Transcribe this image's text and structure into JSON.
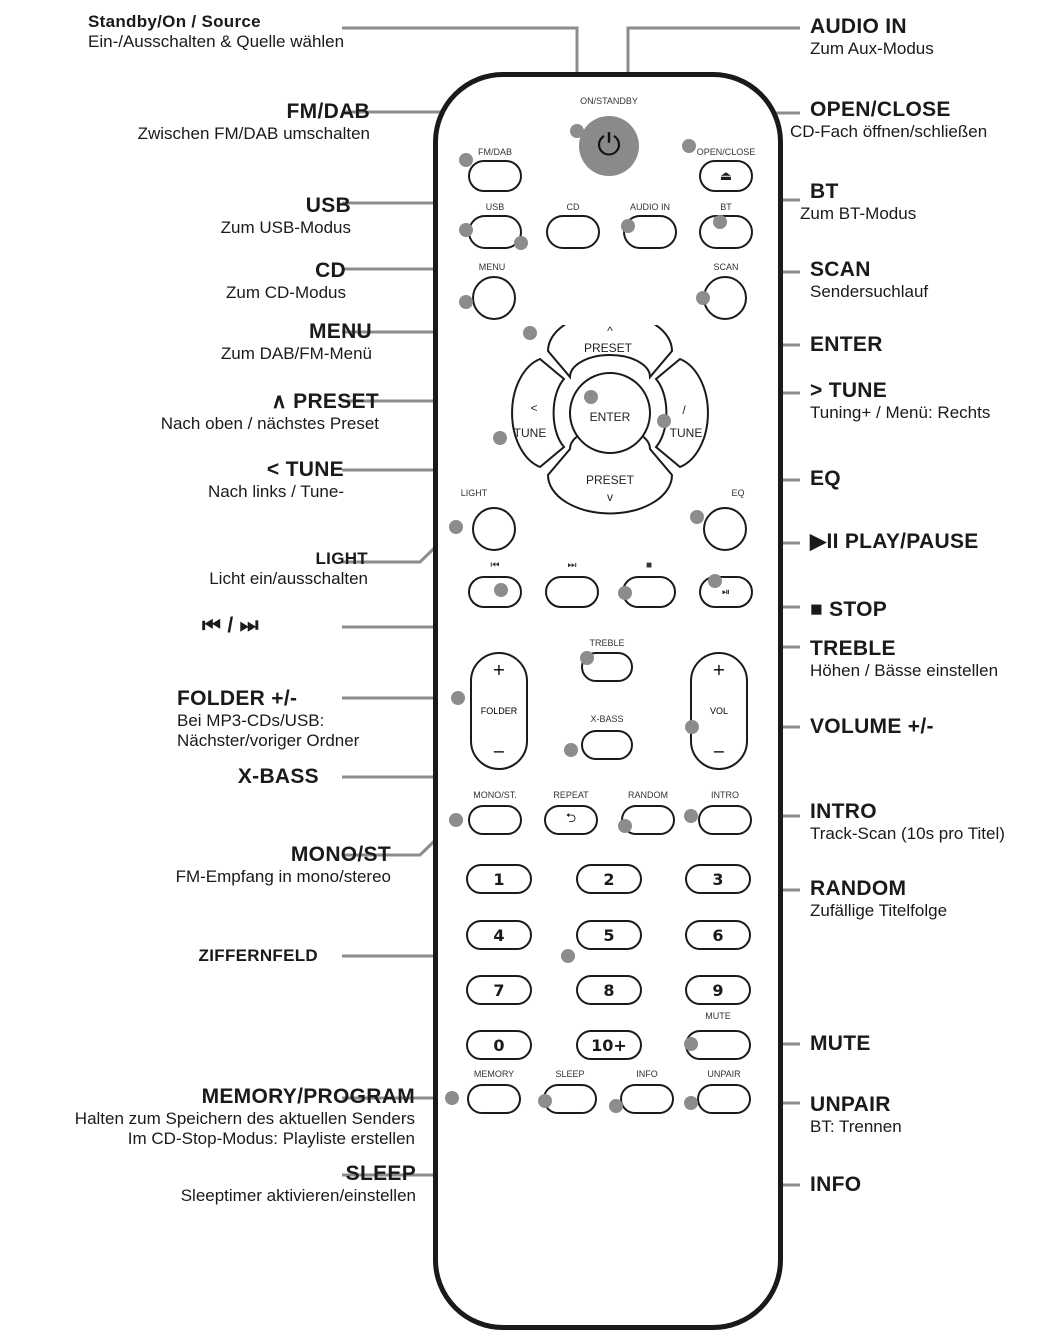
{
  "remote": {
    "power_label": "ON/STANDBY",
    "buttons": {
      "fmdab": "FM/DAB",
      "open_close": "OPEN/CLOSE",
      "usb": "USB",
      "cd": "CD",
      "audio_in": "AUDIO IN",
      "bt": "BT",
      "menu": "MENU",
      "scan": "SCAN",
      "preset_up": "PRESET",
      "preset_down": "PRESET",
      "enter": "ENTER",
      "tune_left": "TUNE",
      "tune_right": "TUNE",
      "light": "LIGHT",
      "eq": "EQ",
      "treble": "TREBLE",
      "xbass": "X-BASS",
      "folder": "FOLDER",
      "vol": "VOL",
      "mono": "MONO/ST.",
      "repeat": "REPEAT",
      "random": "RANDOM",
      "intro": "INTRO",
      "mute": "MUTE",
      "memory": "MEMORY",
      "sleep": "SLEEP",
      "info": "INFO",
      "unpair": "UNPAIR",
      "plus": "+",
      "minus": "−",
      "eject_sym": "⏏",
      "prev_sym": "⏮",
      "next_sym": "⏭",
      "stop_sym": "■",
      "playpause_sym": "⏯",
      "repeat_sym": "⮌",
      "up_chev": "^",
      "down_chev": "v",
      "left_chev": "<",
      "right_chev": "/"
    },
    "keypad": [
      "1",
      "2",
      "3",
      "4",
      "5",
      "6",
      "7",
      "8",
      "9",
      "0",
      "10+"
    ]
  },
  "labels": {
    "standby": {
      "title": "Standby/On / Source",
      "desc": "Ein-/Ausschalten & Quelle wählen"
    },
    "fmdab": {
      "title": "FM/DAB",
      "desc": "Zwischen FM/DAB umschalten"
    },
    "usb": {
      "title": "USB",
      "desc": "Zum USB-Modus"
    },
    "cd": {
      "title": "CD",
      "desc": "Zum CD-Modus"
    },
    "menu": {
      "title": "MENU",
      "desc": "Zum DAB/FM-Menü"
    },
    "preset": {
      "title": "∧ PRESET",
      "desc": "Nach oben / nächstes Preset"
    },
    "tune_left": {
      "title": "< TUNE",
      "desc": "Nach links / Tune-"
    },
    "light": {
      "title": "LIGHT",
      "desc": "Licht ein/ausschalten"
    },
    "skip": {
      "title": "⏮ / ⏭"
    },
    "folder": {
      "title": "FOLDER +/-",
      "desc1": "Bei MP3-CDs/USB:",
      "desc2": "Nächster/voriger Ordner"
    },
    "xbass": {
      "title": "X-BASS"
    },
    "mono": {
      "title": "MONO/ST",
      "desc": "FM-Empfang in mono/stereo"
    },
    "keypad": {
      "title": "ZIFFERNFELD"
    },
    "memory": {
      "title": "MEMORY/PROGRAM",
      "desc1": "Halten zum Speichern des aktuellen Senders",
      "desc2": "Im CD-Stop-Modus: Playliste erstellen"
    },
    "sleep": {
      "title": "SLEEP",
      "desc": "Sleeptimer aktivieren/einstellen"
    },
    "audio_in": {
      "title": "AUDIO IN",
      "desc": "Zum Aux-Modus"
    },
    "open_close": {
      "title": "OPEN/CLOSE",
      "desc": "CD-Fach öffnen/schließen"
    },
    "bt": {
      "title": "BT",
      "desc": "Zum BT-Modus"
    },
    "scan": {
      "title": "SCAN",
      "desc": "Sendersuchlauf"
    },
    "enter": {
      "title": "ENTER"
    },
    "tune_right": {
      "title": "> TUNE",
      "desc": "Tuning+ / Menü: Rechts"
    },
    "eq": {
      "title": "EQ"
    },
    "playpause": {
      "title": "▶II PLAY/PAUSE"
    },
    "stop": {
      "title": "■ STOP"
    },
    "treble": {
      "title": "TREBLE",
      "desc": "Höhen / Bässe einstellen"
    },
    "volume": {
      "title": "VOLUME +/-"
    },
    "intro": {
      "title": "INTRO",
      "desc": "Track-Scan (10s pro Titel)"
    },
    "random": {
      "title": "RANDOM",
      "desc": "Zufällige Titelfolge"
    },
    "mute": {
      "title": "MUTE"
    },
    "unpair": {
      "title": "UNPAIR",
      "desc": "BT: Trennen"
    },
    "info": {
      "title": "INFO"
    }
  },
  "colors": {
    "outline": "#1a1a1a",
    "leader": "#8c8c8c",
    "power": "#8a8a8a"
  }
}
